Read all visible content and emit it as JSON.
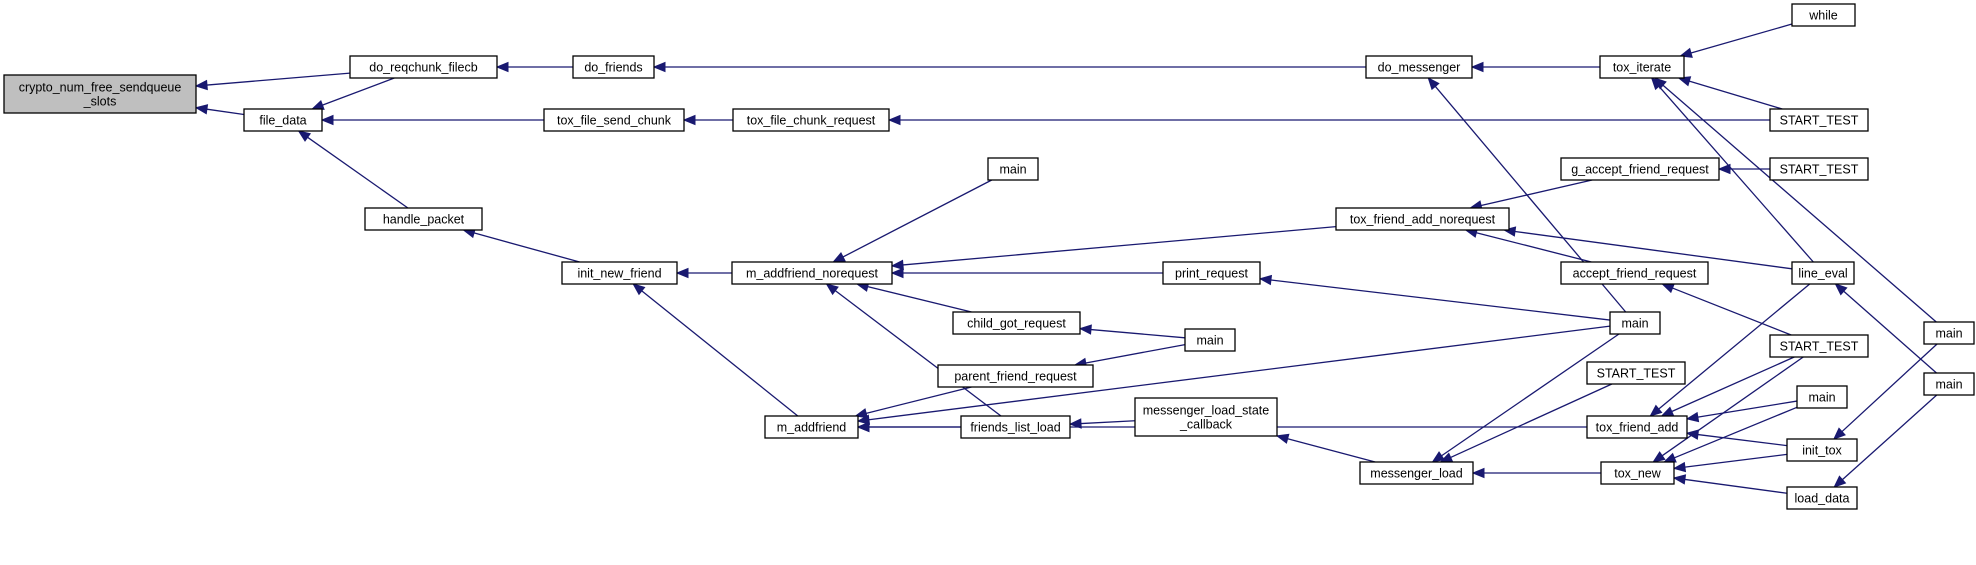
{
  "graph": {
    "title": "",
    "nodes": [
      {
        "id": "crypto",
        "lines": [
          "crypto_num_free_sendqueue",
          "_slots"
        ],
        "root": true
      },
      {
        "id": "file_data",
        "lines": [
          "file_data"
        ]
      },
      {
        "id": "do_reqchunk",
        "lines": [
          "do_reqchunk_filecb"
        ]
      },
      {
        "id": "handle_packet",
        "lines": [
          "handle_packet"
        ]
      },
      {
        "id": "tox_file_send_chunk",
        "lines": [
          "tox_file_send_chunk"
        ]
      },
      {
        "id": "do_friends",
        "lines": [
          "do_friends"
        ]
      },
      {
        "id": "tox_file_chunk_request",
        "lines": [
          "tox_file_chunk_request"
        ]
      },
      {
        "id": "init_new_friend",
        "lines": [
          "init_new_friend"
        ]
      },
      {
        "id": "m_addfriend_norequest",
        "lines": [
          "m_addfriend_norequest"
        ]
      },
      {
        "id": "main_a",
        "lines": [
          "main"
        ]
      },
      {
        "id": "m_addfriend",
        "lines": [
          "m_addfriend"
        ]
      },
      {
        "id": "child_got_request",
        "lines": [
          "child_got_request"
        ]
      },
      {
        "id": "parent_friend_request",
        "lines": [
          "parent_friend_request"
        ]
      },
      {
        "id": "friends_list_load",
        "lines": [
          "friends_list_load"
        ]
      },
      {
        "id": "print_request",
        "lines": [
          "print_request"
        ]
      },
      {
        "id": "main_b",
        "lines": [
          "main"
        ]
      },
      {
        "id": "messenger_load_state_callback",
        "lines": [
          "messenger_load_state",
          "_callback"
        ]
      },
      {
        "id": "do_messenger",
        "lines": [
          "do_messenger"
        ]
      },
      {
        "id": "tox_friend_add_norequest",
        "lines": [
          "tox_friend_add_norequest"
        ]
      },
      {
        "id": "messenger_load",
        "lines": [
          "messenger_load"
        ]
      },
      {
        "id": "main_c",
        "lines": [
          "main"
        ]
      },
      {
        "id": "tox_iterate",
        "lines": [
          "tox_iterate"
        ]
      },
      {
        "id": "g_accept_friend_request",
        "lines": [
          "g_accept_friend_request"
        ]
      },
      {
        "id": "accept_friend_request",
        "lines": [
          "accept_friend_request"
        ]
      },
      {
        "id": "start_test_a",
        "lines": [
          "START_TEST"
        ]
      },
      {
        "id": "tox_friend_add",
        "lines": [
          "tox_friend_add"
        ]
      },
      {
        "id": "tox_new",
        "lines": [
          "tox_new"
        ]
      },
      {
        "id": "while",
        "lines": [
          "while"
        ]
      },
      {
        "id": "start_test_b",
        "lines": [
          "START_TEST"
        ]
      },
      {
        "id": "start_test_c",
        "lines": [
          "START_TEST"
        ]
      },
      {
        "id": "line_eval",
        "lines": [
          "line_eval"
        ]
      },
      {
        "id": "start_test_d",
        "lines": [
          "START_TEST"
        ]
      },
      {
        "id": "main_d",
        "lines": [
          "main"
        ]
      },
      {
        "id": "init_tox",
        "lines": [
          "init_tox"
        ]
      },
      {
        "id": "load_data",
        "lines": [
          "load_data"
        ]
      },
      {
        "id": "main_e",
        "lines": [
          "main"
        ]
      },
      {
        "id": "main_f",
        "lines": [
          "main"
        ]
      }
    ],
    "edges": [
      {
        "from": "file_data",
        "to": "crypto"
      },
      {
        "from": "do_reqchunk",
        "to": "crypto"
      },
      {
        "from": "do_reqchunk",
        "to": "file_data"
      },
      {
        "from": "tox_file_send_chunk",
        "to": "file_data"
      },
      {
        "from": "handle_packet",
        "to": "file_data"
      },
      {
        "from": "do_friends",
        "to": "do_reqchunk"
      },
      {
        "from": "tox_file_chunk_request",
        "to": "tox_file_send_chunk"
      },
      {
        "from": "init_new_friend",
        "to": "handle_packet"
      },
      {
        "from": "do_messenger",
        "to": "do_friends"
      },
      {
        "from": "start_test_b",
        "to": "tox_file_chunk_request"
      },
      {
        "from": "m_addfriend_norequest",
        "to": "init_new_friend"
      },
      {
        "from": "m_addfriend",
        "to": "init_new_friend"
      },
      {
        "from": "tox_iterate",
        "to": "do_messenger"
      },
      {
        "from": "main_c",
        "to": "do_messenger"
      },
      {
        "from": "main_a",
        "to": "m_addfriend_norequest"
      },
      {
        "from": "tox_friend_add_norequest",
        "to": "m_addfriend_norequest"
      },
      {
        "from": "print_request",
        "to": "m_addfriend_norequest"
      },
      {
        "from": "child_got_request",
        "to": "m_addfriend_norequest"
      },
      {
        "from": "friends_list_load",
        "to": "m_addfriend_norequest"
      },
      {
        "from": "parent_friend_request",
        "to": "m_addfriend"
      },
      {
        "from": "friends_list_load",
        "to": "m_addfriend"
      },
      {
        "from": "main_c",
        "to": "m_addfriend"
      },
      {
        "from": "tox_friend_add",
        "to": "m_addfriend"
      },
      {
        "from": "main_b",
        "to": "child_got_request"
      },
      {
        "from": "main_b",
        "to": "parent_friend_request"
      },
      {
        "from": "messenger_load_state_callback",
        "to": "friends_list_load"
      },
      {
        "from": "main_c",
        "to": "print_request"
      },
      {
        "from": "messenger_load",
        "to": "messenger_load_state_callback"
      },
      {
        "from": "while",
        "to": "tox_iterate"
      },
      {
        "from": "start_test_b",
        "to": "tox_iterate"
      },
      {
        "from": "line_eval",
        "to": "tox_iterate"
      },
      {
        "from": "main_e",
        "to": "tox_iterate"
      },
      {
        "from": "g_accept_friend_request",
        "to": "tox_friend_add_norequest"
      },
      {
        "from": "accept_friend_request",
        "to": "tox_friend_add_norequest"
      },
      {
        "from": "line_eval",
        "to": "tox_friend_add_norequest"
      },
      {
        "from": "start_test_c",
        "to": "g_accept_friend_request"
      },
      {
        "from": "start_test_d",
        "to": "accept_friend_request"
      },
      {
        "from": "main_c",
        "to": "messenger_load"
      },
      {
        "from": "start_test_a",
        "to": "messenger_load"
      },
      {
        "from": "tox_new",
        "to": "messenger_load"
      },
      {
        "from": "line_eval",
        "to": "tox_friend_add"
      },
      {
        "from": "start_test_d",
        "to": "tox_friend_add"
      },
      {
        "from": "main_d",
        "to": "tox_friend_add"
      },
      {
        "from": "init_tox",
        "to": "tox_friend_add"
      },
      {
        "from": "start_test_d",
        "to": "tox_new"
      },
      {
        "from": "main_d",
        "to": "tox_new"
      },
      {
        "from": "init_tox",
        "to": "tox_new"
      },
      {
        "from": "load_data",
        "to": "tox_new"
      },
      {
        "from": "main_f",
        "to": "line_eval"
      },
      {
        "from": "main_e",
        "to": "init_tox"
      },
      {
        "from": "main_f",
        "to": "load_data"
      }
    ]
  }
}
